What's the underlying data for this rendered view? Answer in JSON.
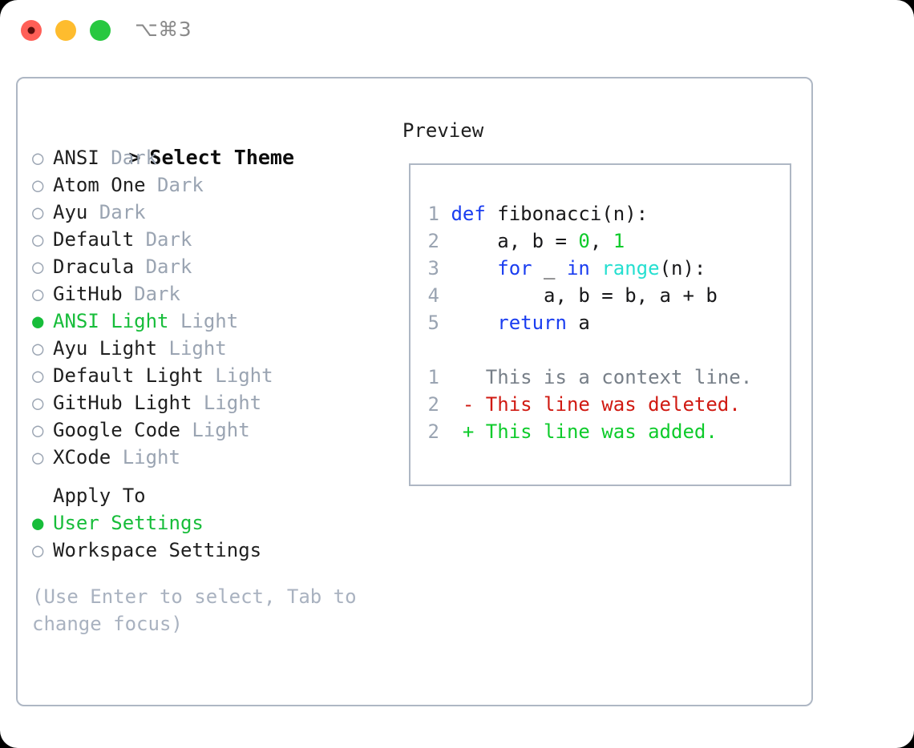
{
  "titlebar": {
    "shortcut_label": "⌥⌘3",
    "buttons": [
      {
        "name": "close",
        "color": "#ff5f57"
      },
      {
        "name": "minimize",
        "color": "#febc2e"
      },
      {
        "name": "zoom",
        "color": "#28c840"
      }
    ]
  },
  "theme_picker": {
    "header_prompt": ">",
    "header_label": "Select Theme",
    "unselected_glyph": "○",
    "selected_glyph": "●",
    "items": [
      {
        "name": "ANSI",
        "variant": "Dark",
        "selected": false
      },
      {
        "name": "Atom One",
        "variant": "Dark",
        "selected": false
      },
      {
        "name": "Ayu",
        "variant": "Dark",
        "selected": false
      },
      {
        "name": "Default",
        "variant": "Dark",
        "selected": false
      },
      {
        "name": "Dracula",
        "variant": "Dark",
        "selected": false
      },
      {
        "name": "GitHub",
        "variant": "Dark",
        "selected": false
      },
      {
        "name": "ANSI Light",
        "variant": "Light",
        "selected": true
      },
      {
        "name": "Ayu Light",
        "variant": "Light",
        "selected": false
      },
      {
        "name": "Default Light",
        "variant": "Light",
        "selected": false
      },
      {
        "name": "GitHub Light",
        "variant": "Light",
        "selected": false
      },
      {
        "name": "Google Code",
        "variant": "Light",
        "selected": false
      },
      {
        "name": "XCode",
        "variant": "Light",
        "selected": false
      }
    ]
  },
  "apply_to": {
    "title": "Apply To",
    "options": [
      {
        "label": "User Settings",
        "selected": true
      },
      {
        "label": "Workspace Settings",
        "selected": false
      }
    ]
  },
  "hint": "(Use Enter to select, Tab to change focus)",
  "preview": {
    "title": "Preview",
    "code_lines": [
      {
        "num": "1",
        "tokens": [
          {
            "t": "def",
            "c": "k-kw"
          },
          {
            "t": " ",
            "c": "k-txt"
          },
          {
            "t": "fibonacci",
            "c": "k-fn"
          },
          {
            "t": "(n):",
            "c": "k-txt"
          }
        ]
      },
      {
        "num": "2",
        "tokens": [
          {
            "t": "    a, b = ",
            "c": "k-txt"
          },
          {
            "t": "0",
            "c": "k-num"
          },
          {
            "t": ", ",
            "c": "k-txt"
          },
          {
            "t": "1",
            "c": "k-num"
          }
        ]
      },
      {
        "num": "3",
        "tokens": [
          {
            "t": "    ",
            "c": "k-txt"
          },
          {
            "t": "for",
            "c": "k-kw"
          },
          {
            "t": " _ ",
            "c": "k-txt"
          },
          {
            "t": "in",
            "c": "k-kw"
          },
          {
            "t": " ",
            "c": "k-txt"
          },
          {
            "t": "range",
            "c": "k-bi"
          },
          {
            "t": "(n):",
            "c": "k-txt"
          }
        ]
      },
      {
        "num": "4",
        "tokens": [
          {
            "t": "        a, b = b, a + b",
            "c": "k-txt"
          }
        ]
      },
      {
        "num": "5",
        "tokens": [
          {
            "t": "    ",
            "c": "k-txt"
          },
          {
            "t": "return",
            "c": "k-kw"
          },
          {
            "t": " a",
            "c": "k-txt"
          }
        ]
      }
    ],
    "diff_lines": [
      {
        "num": "1",
        "marker": " ",
        "text": " This is a context line.",
        "kind": "d-ctx"
      },
      {
        "num": "2",
        "marker": "-",
        "text": " This line was deleted.",
        "kind": "d-del"
      },
      {
        "num": "2",
        "marker": "+",
        "text": " This line was added.",
        "kind": "d-add"
      }
    ]
  },
  "colors": {
    "accent_green": "#17bd3a",
    "keyword_blue": "#1a3df0",
    "builtin_cyan": "#25dfd0",
    "number_green": "#0ecb2b",
    "diff_delete": "#d01a12",
    "diff_add": "#0ecb2b",
    "muted": "#9aa4b2",
    "border": "#aeb7c4"
  }
}
